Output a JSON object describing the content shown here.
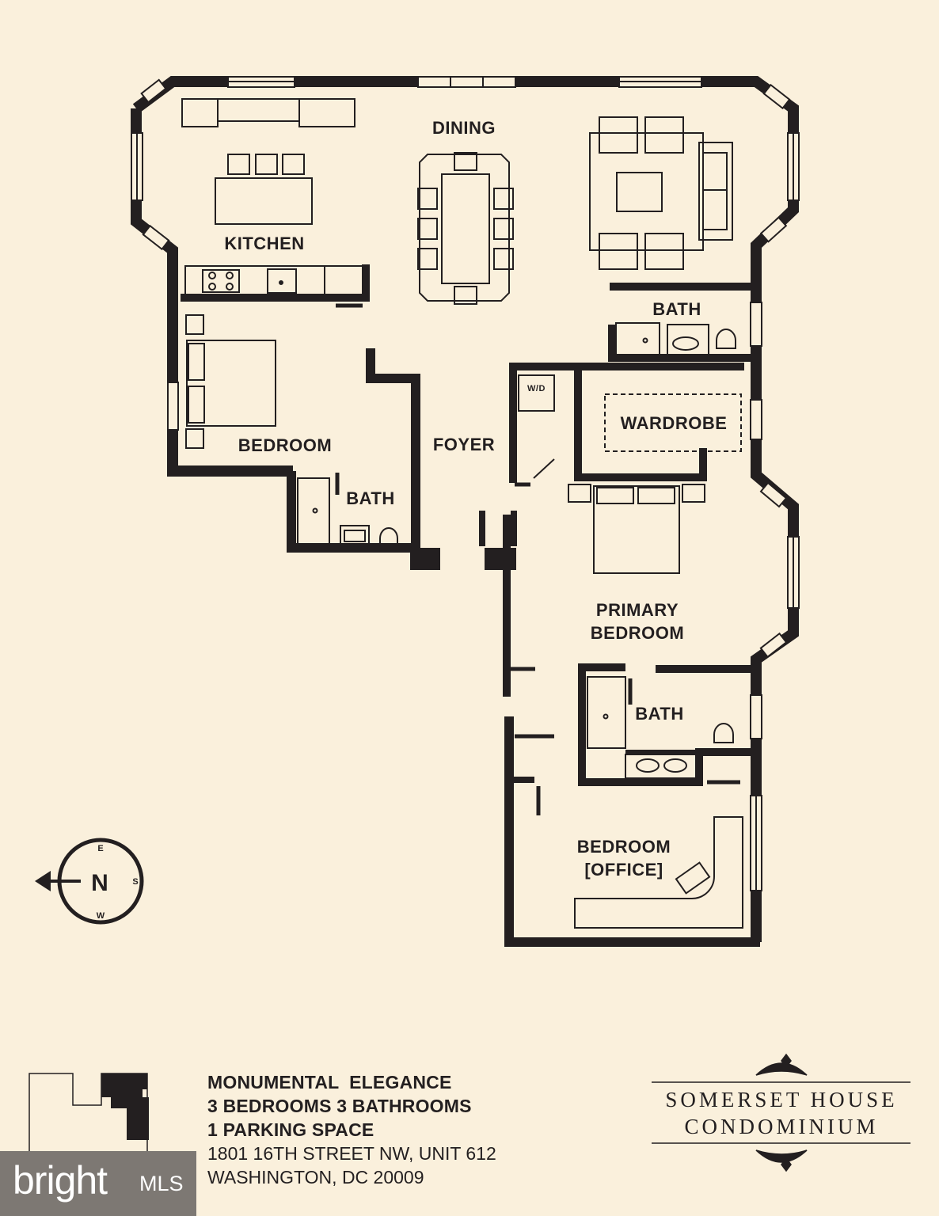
{
  "rooms": {
    "dining": "DINING",
    "kitchen": "KITCHEN",
    "bath_1": "BATH",
    "wardrobe": "WARDROBE",
    "wd": "W/D",
    "foyer": "FOYER",
    "bedroom": "BEDROOM",
    "bath_2": "BATH",
    "primary_line1": "PRIMARY",
    "primary_line2": "BEDROOM",
    "bath_3": "BATH",
    "office_line1": "BEDROOM",
    "office_line2": "[OFFICE]"
  },
  "compass": {
    "center": "N",
    "top": "E",
    "right": "S",
    "bottom": "W"
  },
  "info": {
    "line1": "MONUMENTAL  ELEGANCE",
    "line2": "3 BEDROOMS 3 BATHROOMS",
    "line3": "1 PARKING SPACE",
    "line4": "1801 16TH STREET NW, UNIT 612",
    "line5": "WASHINGTON, DC 20009"
  },
  "brand": {
    "line1": "SOMERSET HOUSE",
    "line2": "CONDOMINIUM"
  },
  "watermark": {
    "word": "bright",
    "suffix": "MLS"
  },
  "colors": {
    "background": "#faf0dc",
    "ink": "#231f20",
    "watermark": "#7d7873"
  }
}
